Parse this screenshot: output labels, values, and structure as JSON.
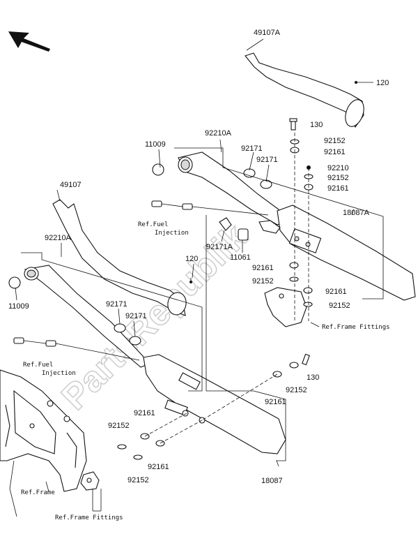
{
  "watermark": "PartsRepublik",
  "labels": {
    "p49107A": "49107A",
    "p120a": "120",
    "p130a": "130",
    "p92152a": "92152",
    "p92161a": "92161",
    "p92210": "92210",
    "p92152b": "92152",
    "p92161b": "92161",
    "p18087A": "18087A",
    "p92210Aa": "92210A",
    "p11009a": "11009",
    "p92171a": "92171",
    "p92171b": "92171",
    "p49107": "49107",
    "p92210Ab": "92210A",
    "p11009b": "11009",
    "p120b": "120",
    "p92171Ac": "92171A",
    "p11061": "11061",
    "p92161c": "92161",
    "p92152c": "92152",
    "p92161d": "92161",
    "p92152d": "92152",
    "p92171c": "92171",
    "p92171d": "92171",
    "p130b": "130",
    "p92161e": "92161",
    "p92152e": "92152",
    "p92161f": "92161",
    "p92152f": "92152",
    "p92161g": "92161",
    "p92152g": "92152",
    "p18087": "18087"
  },
  "refs": {
    "fuel1_line1": "Ref.Fuel",
    "fuel1_line2": "Injection",
    "fuel2_line1": "Ref.Fuel",
    "fuel2_line2": "Injection",
    "frame_fittings_1": "Ref.Frame Fittings",
    "frame": "Ref.Frame",
    "frame_fittings_2": "Ref.Frame Fittings"
  }
}
